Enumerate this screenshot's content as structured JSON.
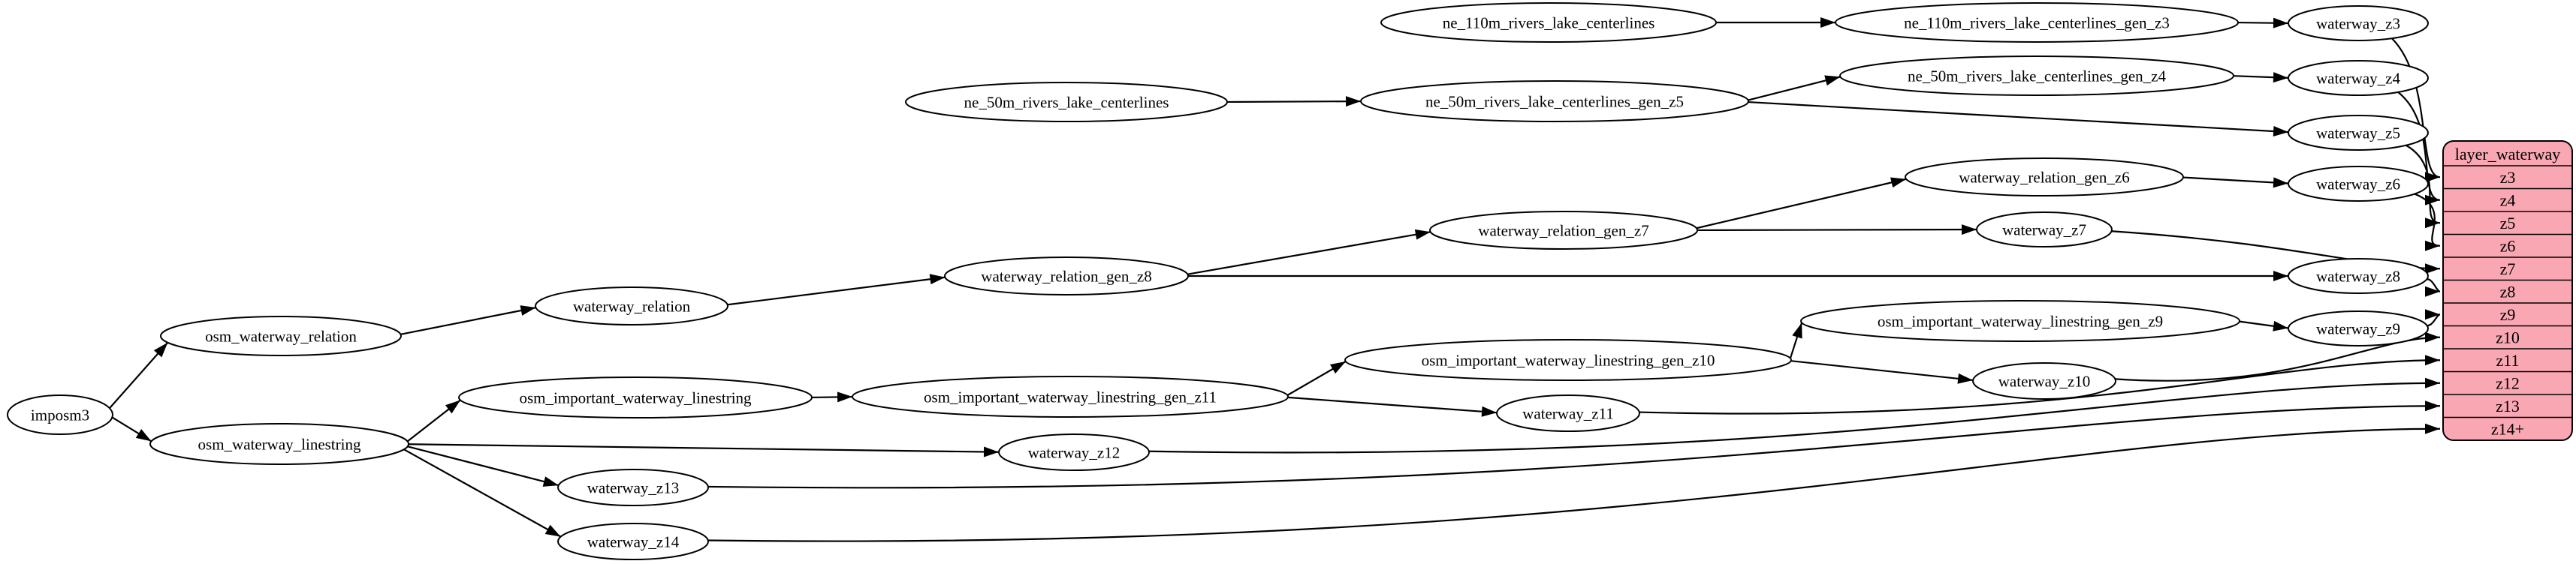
{
  "diagram": {
    "background_color": "#ffffff",
    "node_fill": "#ffffff",
    "node_stroke": "#000000",
    "edge_color": "#000000",
    "nodes": [
      {
        "id": "imposm3",
        "label": "imposm3"
      },
      {
        "id": "osm_waterway_relation",
        "label": "osm_waterway_relation"
      },
      {
        "id": "osm_waterway_linestring",
        "label": "osm_waterway_linestring"
      },
      {
        "id": "waterway_relation",
        "label": "waterway_relation"
      },
      {
        "id": "osm_important_waterway_linestring",
        "label": "osm_important_waterway_linestring"
      },
      {
        "id": "waterway_relation_gen_z8",
        "label": "waterway_relation_gen_z8"
      },
      {
        "id": "waterway_relation_gen_z7",
        "label": "waterway_relation_gen_z7"
      },
      {
        "id": "waterway_relation_gen_z6",
        "label": "waterway_relation_gen_z6"
      },
      {
        "id": "osm_important_waterway_linestring_gen_z11",
        "label": "osm_important_waterway_linestring_gen_z11"
      },
      {
        "id": "osm_important_waterway_linestring_gen_z10",
        "label": "osm_important_waterway_linestring_gen_z10"
      },
      {
        "id": "osm_important_waterway_linestring_gen_z9",
        "label": "osm_important_waterway_linestring_gen_z9"
      },
      {
        "id": "ne_110m_rivers_lake_centerlines",
        "label": "ne_110m_rivers_lake_centerlines"
      },
      {
        "id": "ne_110m_rivers_lake_centerlines_gen_z3",
        "label": "ne_110m_rivers_lake_centerlines_gen_z3"
      },
      {
        "id": "ne_50m_rivers_lake_centerlines",
        "label": "ne_50m_rivers_lake_centerlines"
      },
      {
        "id": "ne_50m_rivers_lake_centerlines_gen_z5",
        "label": "ne_50m_rivers_lake_centerlines_gen_z5"
      },
      {
        "id": "ne_50m_rivers_lake_centerlines_gen_z4",
        "label": "ne_50m_rivers_lake_centerlines_gen_z4"
      },
      {
        "id": "waterway_z3",
        "label": "waterway_z3"
      },
      {
        "id": "waterway_z4",
        "label": "waterway_z4"
      },
      {
        "id": "waterway_z5",
        "label": "waterway_z5"
      },
      {
        "id": "waterway_z6",
        "label": "waterway_z6"
      },
      {
        "id": "waterway_z7",
        "label": "waterway_z7"
      },
      {
        "id": "waterway_z8",
        "label": "waterway_z8"
      },
      {
        "id": "waterway_z9",
        "label": "waterway_z9"
      },
      {
        "id": "waterway_z10",
        "label": "waterway_z10"
      },
      {
        "id": "waterway_z11",
        "label": "waterway_z11"
      },
      {
        "id": "waterway_z12",
        "label": "waterway_z12"
      },
      {
        "id": "waterway_z13",
        "label": "waterway_z13"
      },
      {
        "id": "waterway_z14",
        "label": "waterway_z14"
      }
    ],
    "edges": [
      [
        "imposm3",
        "osm_waterway_relation"
      ],
      [
        "imposm3",
        "osm_waterway_linestring"
      ],
      [
        "osm_waterway_relation",
        "waterway_relation"
      ],
      [
        "waterway_relation",
        "waterway_relation_gen_z8"
      ],
      [
        "waterway_relation_gen_z8",
        "waterway_relation_gen_z7"
      ],
      [
        "waterway_relation_gen_z8",
        "waterway_z8"
      ],
      [
        "waterway_relation_gen_z7",
        "waterway_relation_gen_z6"
      ],
      [
        "waterway_relation_gen_z7",
        "waterway_z7"
      ],
      [
        "waterway_relation_gen_z6",
        "waterway_z6"
      ],
      [
        "osm_waterway_linestring",
        "osm_important_waterway_linestring"
      ],
      [
        "osm_waterway_linestring",
        "waterway_z12"
      ],
      [
        "osm_waterway_linestring",
        "waterway_z13"
      ],
      [
        "osm_waterway_linestring",
        "waterway_z14"
      ],
      [
        "osm_important_waterway_linestring",
        "osm_important_waterway_linestring_gen_z11"
      ],
      [
        "osm_important_waterway_linestring_gen_z11",
        "osm_important_waterway_linestring_gen_z10"
      ],
      [
        "osm_important_waterway_linestring_gen_z11",
        "waterway_z11"
      ],
      [
        "osm_important_waterway_linestring_gen_z10",
        "osm_important_waterway_linestring_gen_z9"
      ],
      [
        "osm_important_waterway_linestring_gen_z10",
        "waterway_z10"
      ],
      [
        "osm_important_waterway_linestring_gen_z9",
        "waterway_z9"
      ],
      [
        "ne_110m_rivers_lake_centerlines",
        "ne_110m_rivers_lake_centerlines_gen_z3"
      ],
      [
        "ne_110m_rivers_lake_centerlines_gen_z3",
        "waterway_z3"
      ],
      [
        "ne_50m_rivers_lake_centerlines",
        "ne_50m_rivers_lake_centerlines_gen_z5"
      ],
      [
        "ne_50m_rivers_lake_centerlines_gen_z5",
        "ne_50m_rivers_lake_centerlines_gen_z4"
      ],
      [
        "ne_50m_rivers_lake_centerlines_gen_z5",
        "waterway_z5"
      ],
      [
        "ne_50m_rivers_lake_centerlines_gen_z4",
        "waterway_z4"
      ]
    ],
    "record": {
      "title": "layer_waterway",
      "fill": "#f9a7b3",
      "stroke": "#000000",
      "rows": [
        "z3",
        "z4",
        "z5",
        "z6",
        "z7",
        "z8",
        "z9",
        "z10",
        "z11",
        "z12",
        "z13",
        "z14+"
      ],
      "row_edges": [
        [
          "waterway_z3",
          "z3"
        ],
        [
          "waterway_z4",
          "z4"
        ],
        [
          "waterway_z5",
          "z5"
        ],
        [
          "waterway_z6",
          "z6"
        ],
        [
          "waterway_z7",
          "z7"
        ],
        [
          "waterway_z8",
          "z8"
        ],
        [
          "waterway_z9",
          "z9"
        ],
        [
          "waterway_z10",
          "z10"
        ],
        [
          "waterway_z11",
          "z11"
        ],
        [
          "waterway_z12",
          "z12"
        ],
        [
          "waterway_z13",
          "z13"
        ],
        [
          "waterway_z14",
          "z14+"
        ]
      ]
    }
  }
}
